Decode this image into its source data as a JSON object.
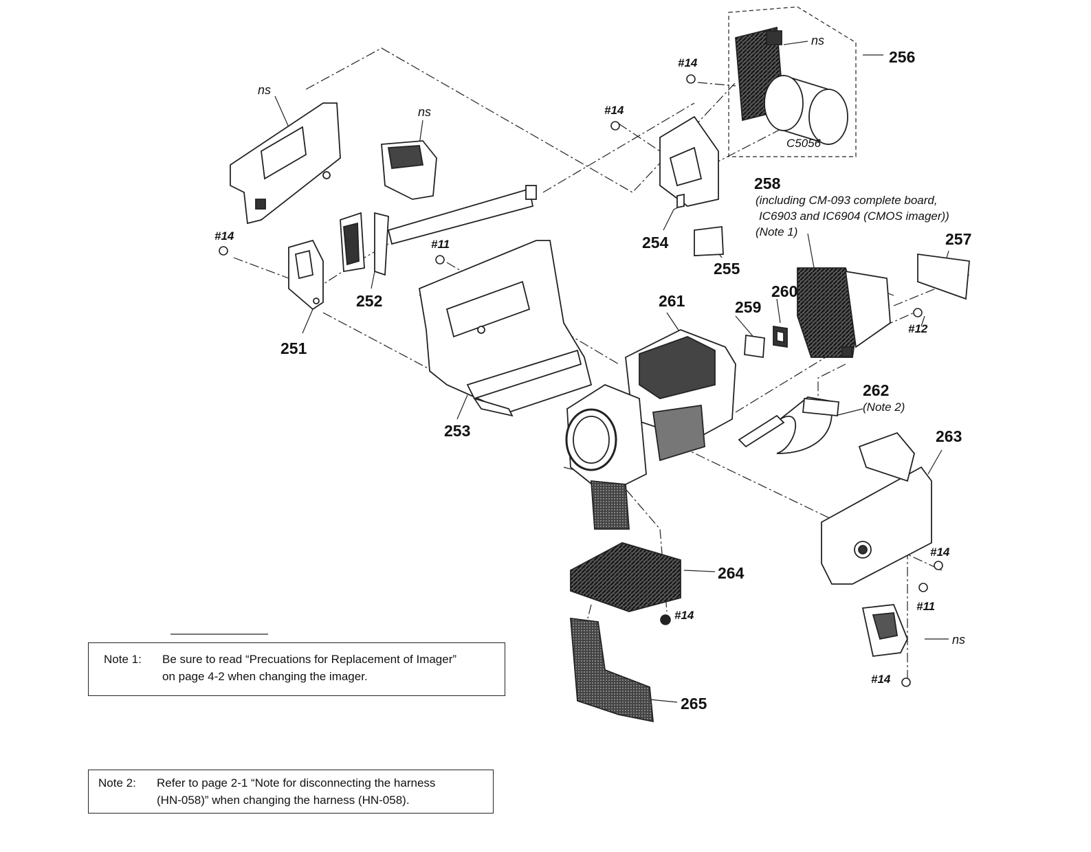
{
  "labels": {
    "p251": "251",
    "p252": "252",
    "p253": "253",
    "p254": "254",
    "p255": "255",
    "p256": "256",
    "p257": "257",
    "p258": "258",
    "p259": "259",
    "p260": "260",
    "p261": "261",
    "p262": "262",
    "p263": "263",
    "p264": "264",
    "p265": "265",
    "ns": "ns",
    "s14": "#14",
    "s11": "#11",
    "s12": "#12",
    "c5056": "C5056",
    "p258_desc1": "(including CM-093 complete board,",
    "p258_desc2": "IC6903 and IC6904 (CMOS imager))",
    "p258_note": "(Note 1)",
    "p262_note": "(Note 2)"
  },
  "notes": [
    {
      "id": "Note 1:",
      "line1": "Be sure to read “Precuations for Replacement of Imager”",
      "line2": "on page 4-2 when changing the imager."
    },
    {
      "id": "Note 2:",
      "line1": "Refer to page 2-1 “Note for disconnecting the harness",
      "line2": "(HN-058)” when changing the harness (HN-058)."
    }
  ]
}
